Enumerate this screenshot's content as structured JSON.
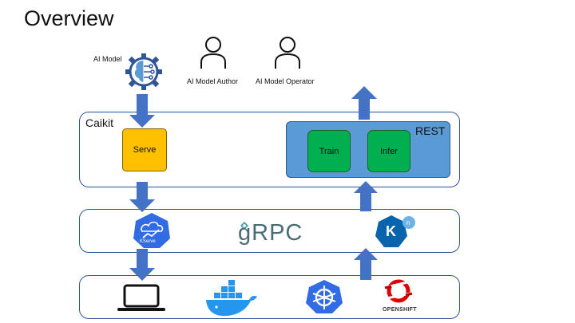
{
  "slide": {
    "title": "Overview"
  },
  "actors": {
    "ai_model": "AI Model",
    "author": "AI Model Author",
    "operator": "AI Model Operator"
  },
  "caikit": {
    "label": "Caikit",
    "serve": "Serve",
    "rest": "REST",
    "train": "Train",
    "infer": "Infer"
  },
  "serving_layer": {
    "kserve_logo_text": "KServe",
    "grpc": "gRPC",
    "knative_logo_text": "K"
  },
  "infra_layer": {
    "openshift_logo_text": "OPENSHIFT"
  },
  "colors": {
    "arrow": "#4472c4",
    "band_border": "#2f5597",
    "serve_fill": "#ffc000",
    "rest_fill": "#5b9bd5",
    "button_fill": "#00b050",
    "logo_blue": "#326ce5"
  },
  "icons": [
    "brain-gear-icon",
    "person-icon",
    "kserve-icon",
    "knative-icon",
    "laptop-icon",
    "docker-icon",
    "kubernetes-icon",
    "openshift-icon"
  ]
}
